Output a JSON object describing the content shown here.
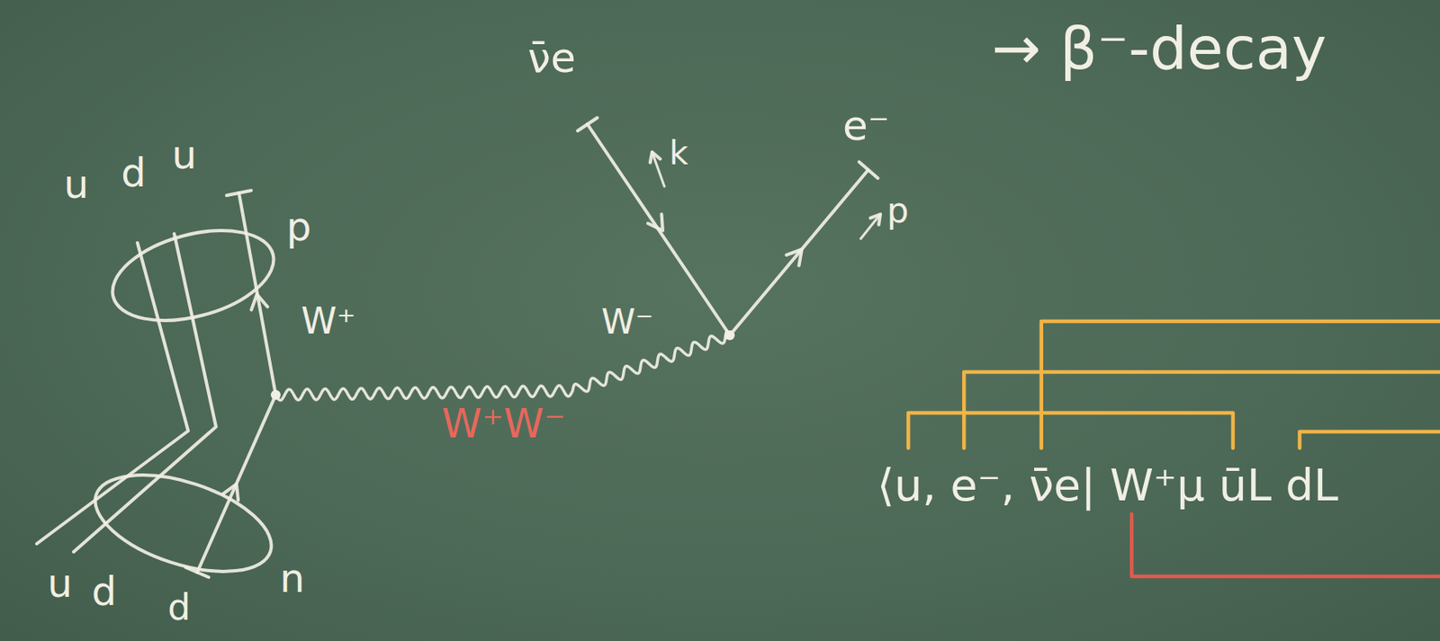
{
  "diagram": {
    "labels": [
      "ν̄e",
      "k",
      "e⁻",
      "p",
      "→ β⁻-decay",
      "u",
      "d",
      "u",
      "p",
      "W⁺",
      "W⁻",
      "W⁺W⁻",
      "u",
      "d",
      "d",
      "n",
      "⟨u, e⁻, ν̄e| W⁺μ ūL dL"
    ]
  }
}
